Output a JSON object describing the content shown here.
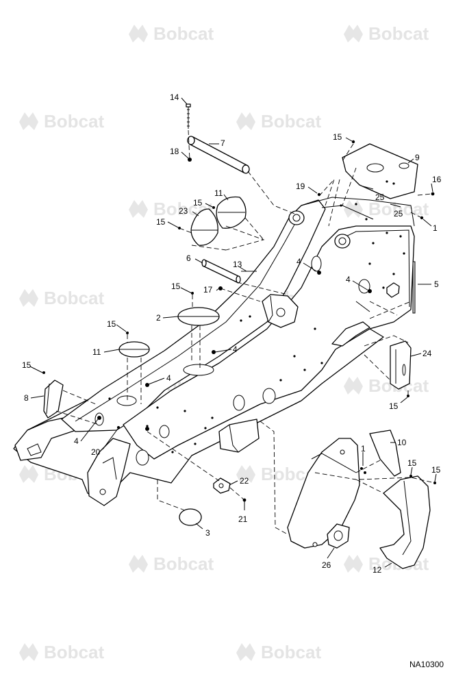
{
  "watermark": {
    "text": "Bobcat"
  },
  "figure_ref": "NA10300",
  "callouts": [
    {
      "id": "c14a",
      "label": "14"
    },
    {
      "id": "c7",
      "label": "7"
    },
    {
      "id": "c18",
      "label": "18"
    },
    {
      "id": "c15a",
      "label": "15"
    },
    {
      "id": "c9",
      "label": "9"
    },
    {
      "id": "c19",
      "label": "19"
    },
    {
      "id": "c16",
      "label": "16"
    },
    {
      "id": "c25a",
      "label": "25"
    },
    {
      "id": "c25b",
      "label": "25"
    },
    {
      "id": "c1a",
      "label": "1"
    },
    {
      "id": "c11a",
      "label": "11"
    },
    {
      "id": "c23",
      "label": "23"
    },
    {
      "id": "c15b",
      "label": "15"
    },
    {
      "id": "c15c",
      "label": "15"
    },
    {
      "id": "c6",
      "label": "6"
    },
    {
      "id": "c13",
      "label": "13"
    },
    {
      "id": "c4a",
      "label": "4"
    },
    {
      "id": "c4b",
      "label": "4"
    },
    {
      "id": "c5",
      "label": "5"
    },
    {
      "id": "c17",
      "label": "17"
    },
    {
      "id": "c15d",
      "label": "15"
    },
    {
      "id": "c2",
      "label": "2"
    },
    {
      "id": "c15e",
      "label": "15"
    },
    {
      "id": "c11b",
      "label": "11"
    },
    {
      "id": "c4c",
      "label": "4"
    },
    {
      "id": "c24",
      "label": "24"
    },
    {
      "id": "c15f",
      "label": "15"
    },
    {
      "id": "c4d",
      "label": "4"
    },
    {
      "id": "c8",
      "label": "8"
    },
    {
      "id": "c15g",
      "label": "15"
    },
    {
      "id": "c4e",
      "label": "4"
    },
    {
      "id": "c20",
      "label": "20"
    },
    {
      "id": "c10",
      "label": "10"
    },
    {
      "id": "c1b",
      "label": "1"
    },
    {
      "id": "c15h",
      "label": "15"
    },
    {
      "id": "c15i",
      "label": "15"
    },
    {
      "id": "c22",
      "label": "22"
    },
    {
      "id": "c21",
      "label": "21"
    },
    {
      "id": "c3",
      "label": "3"
    },
    {
      "id": "c26",
      "label": "26"
    },
    {
      "id": "c12",
      "label": "12"
    }
  ]
}
